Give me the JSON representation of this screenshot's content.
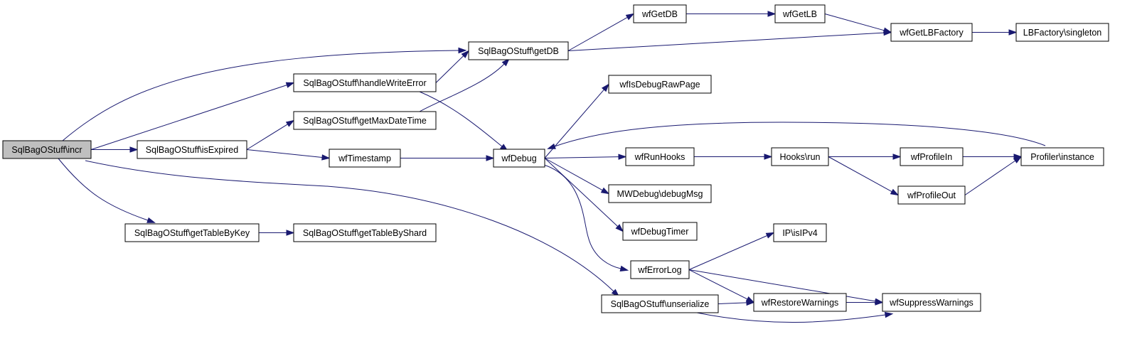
{
  "colors": {
    "node_fill": "#ffffff",
    "root_fill": "#bfbfbf",
    "edge": "#191970",
    "border": "#000000"
  },
  "nodes": {
    "incr": "SqlBagOStuff\\incr",
    "isExpired": "SqlBagOStuff\\isExpired",
    "getTableByKey": "SqlBagOStuff\\getTableByKey",
    "getTableByShard": "SqlBagOStuff\\getTableByShard",
    "handleWriteError": "SqlBagOStuff\\handleWriteError",
    "getMaxDateTime": "SqlBagOStuff\\getMaxDateTime",
    "getDB": "SqlBagOStuff\\getDB",
    "wfTimestamp": "wfTimestamp",
    "wfDebug": "wfDebug",
    "wfGetDB": "wfGetDB",
    "wfGetLB": "wfGetLB",
    "wfGetLBFactory": "wfGetLBFactory",
    "lbSingleton": "LBFactory\\singleton",
    "wfIsDebugRawPage": "wfIsDebugRawPage",
    "wfRunHooks": "wfRunHooks",
    "hooksRun": "Hooks\\run",
    "wfProfileIn": "wfProfileIn",
    "wfProfileOut": "wfProfileOut",
    "profilerInstance": "Profiler\\instance",
    "debugMsg": "MWDebug\\debugMsg",
    "wfDebugTimer": "wfDebugTimer",
    "wfErrorLog": "wfErrorLog",
    "isIPv4": "IP\\isIPv4",
    "wfRestoreWarnings": "wfRestoreWarnings",
    "wfSuppressWarnings": "wfSuppressWarnings",
    "unserialize": "SqlBagOStuff\\unserialize"
  },
  "edges": [
    [
      "incr",
      "isExpired"
    ],
    [
      "incr",
      "getTableByKey"
    ],
    [
      "incr",
      "handleWriteError"
    ],
    [
      "incr",
      "getDB"
    ],
    [
      "incr",
      "unserialize"
    ],
    [
      "getTableByKey",
      "getTableByShard"
    ],
    [
      "isExpired",
      "getMaxDateTime"
    ],
    [
      "isExpired",
      "wfTimestamp"
    ],
    [
      "handleWriteError",
      "getDB"
    ],
    [
      "handleWriteError",
      "wfDebug"
    ],
    [
      "getMaxDateTime",
      "getDB"
    ],
    [
      "getDB",
      "wfGetDB"
    ],
    [
      "getDB",
      "wfGetLBFactory"
    ],
    [
      "wfGetDB",
      "wfGetLB"
    ],
    [
      "wfGetLB",
      "wfGetLBFactory"
    ],
    [
      "wfGetLBFactory",
      "lbSingleton"
    ],
    [
      "wfTimestamp",
      "wfDebug"
    ],
    [
      "wfDebug",
      "wfIsDebugRawPage"
    ],
    [
      "wfDebug",
      "wfRunHooks"
    ],
    [
      "wfDebug",
      "debugMsg"
    ],
    [
      "wfDebug",
      "wfDebugTimer"
    ],
    [
      "wfDebug",
      "wfErrorLog"
    ],
    [
      "wfRunHooks",
      "hooksRun"
    ],
    [
      "hooksRun",
      "wfProfileIn"
    ],
    [
      "hooksRun",
      "wfProfileOut"
    ],
    [
      "wfProfileIn",
      "profilerInstance"
    ],
    [
      "wfProfileOut",
      "profilerInstance"
    ],
    [
      "profilerInstance",
      "wfDebug"
    ],
    [
      "wfErrorLog",
      "isIPv4"
    ],
    [
      "wfErrorLog",
      "wfRestoreWarnings"
    ],
    [
      "wfErrorLog",
      "wfSuppressWarnings"
    ],
    [
      "wfRestoreWarnings",
      "wfSuppressWarnings"
    ],
    [
      "unserialize",
      "wfRestoreWarnings"
    ],
    [
      "unserialize",
      "wfSuppressWarnings"
    ]
  ]
}
